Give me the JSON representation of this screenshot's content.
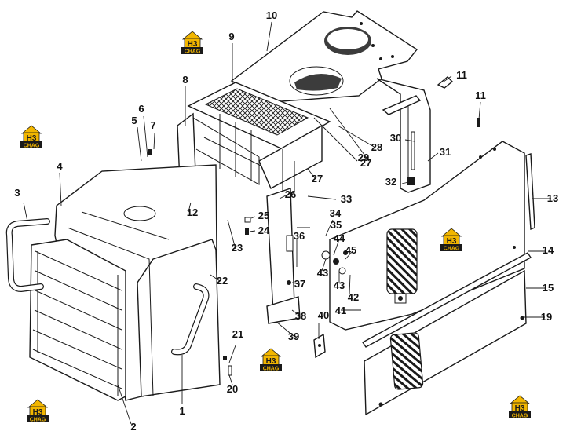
{
  "diagram": {
    "callouts": [
      "1",
      "2",
      "3",
      "4",
      "5",
      "6",
      "7",
      "8",
      "9",
      "10",
      "11",
      "11",
      "12",
      "13",
      "14",
      "15",
      "19",
      "20",
      "21",
      "22",
      "23",
      "24",
      "25",
      "26",
      "27",
      "27",
      "28",
      "29",
      "30",
      "31",
      "32",
      "33",
      "34",
      "35",
      "36",
      "37",
      "38",
      "39",
      "40",
      "41",
      "42",
      "43",
      "43",
      "44",
      "45"
    ],
    "logo": {
      "mark": "H3",
      "caption": "CHAG",
      "colors": {
        "accent": "#f2b600",
        "dark": "#1a1a1a"
      }
    }
  }
}
